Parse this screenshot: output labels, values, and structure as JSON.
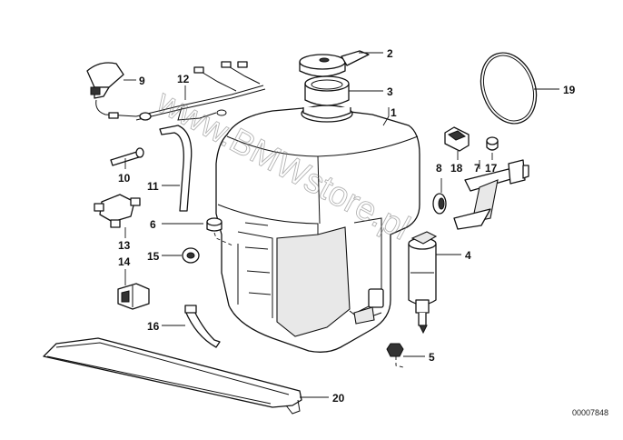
{
  "callouts": {
    "c1": "1",
    "c2": "2",
    "c3": "3",
    "c4": "4",
    "c5": "5",
    "c6": "6",
    "c7": "7",
    "c8": "8",
    "c9": "9",
    "c10": "10",
    "c11": "11",
    "c12": "12",
    "c13": "13",
    "c14": "14",
    "c15": "15",
    "c16": "16",
    "c17": "17",
    "c18": "18",
    "c19": "19",
    "c20": "20"
  },
  "document_number": "00007848",
  "watermark": "www.BMWstore.pl"
}
